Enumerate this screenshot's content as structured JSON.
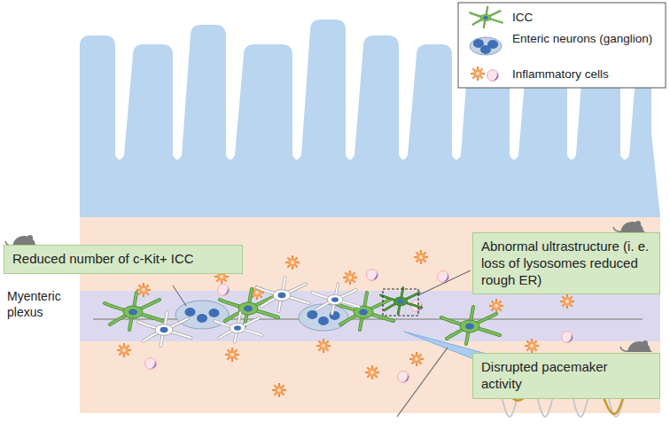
{
  "diagram": {
    "nodes": [
      {
        "text": [
          "Reduced number of c-Kit+ ICC"
        ]
      },
      {
        "text": [
          "Abnormal ultrastructure (i. e. loss of lysosomes reduced rough ER)"
        ]
      },
      {
        "text": [
          "Disrupted pacemaker activity"
        ]
      }
    ],
    "labels": [
      "Myenteric plexus"
    ],
    "legend": [
      {
        "text": "ICC"
      },
      {
        "text": "Enteric neurons (ganglion)"
      },
      {
        "text": "Inflammatory cells"
      }
    ]
  }
}
